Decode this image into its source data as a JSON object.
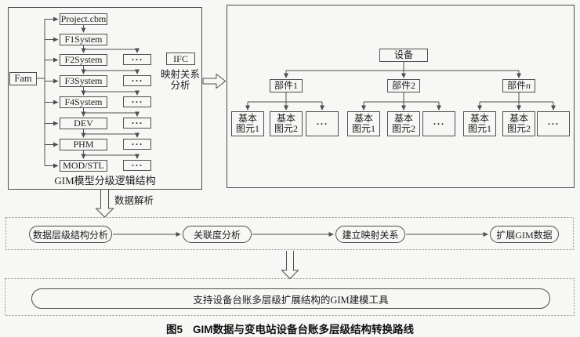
{
  "colors": {
    "background": "#f7f7f5",
    "line": "#4f4f4f",
    "dashed_border": "#8f8f8f",
    "text": "#1c1c1c"
  },
  "left_panel": {
    "root_label": "Fam",
    "levels": [
      "Project.cbm",
      "F1System",
      "F2System",
      "F3System",
      "F4System",
      "DEV",
      "PHM",
      "MOD/STL"
    ],
    "dots": "···",
    "caption": "GIM模型分级逻辑结构"
  },
  "mapping": {
    "ifc_label": "IFC",
    "text_line1": "映射关系",
    "text_line2": "分析"
  },
  "parse_arrow_label": "数据解析",
  "right_panel": {
    "root_label": "设备",
    "components": [
      {
        "prefix": "部件",
        "suffix": "1"
      },
      {
        "prefix": "部件",
        "suffix": "2"
      },
      {
        "prefix": "部件",
        "suffix": "n"
      }
    ],
    "primitives": [
      {
        "line1": "基本",
        "line2": "图元1"
      },
      {
        "line1": "基本",
        "line2": "图元2"
      }
    ],
    "dots": "···"
  },
  "process_flow": {
    "steps": [
      "数据层级结构分析",
      "关联度分析",
      "建立映射关系",
      "扩展GIM数据"
    ]
  },
  "output_tool": {
    "label": "支持设备台账多层级扩展结构的GIM建模工具"
  },
  "caption": {
    "figure_no": "图5",
    "title": "GIM数据与变电站设备台账多层级结构转换路线"
  }
}
